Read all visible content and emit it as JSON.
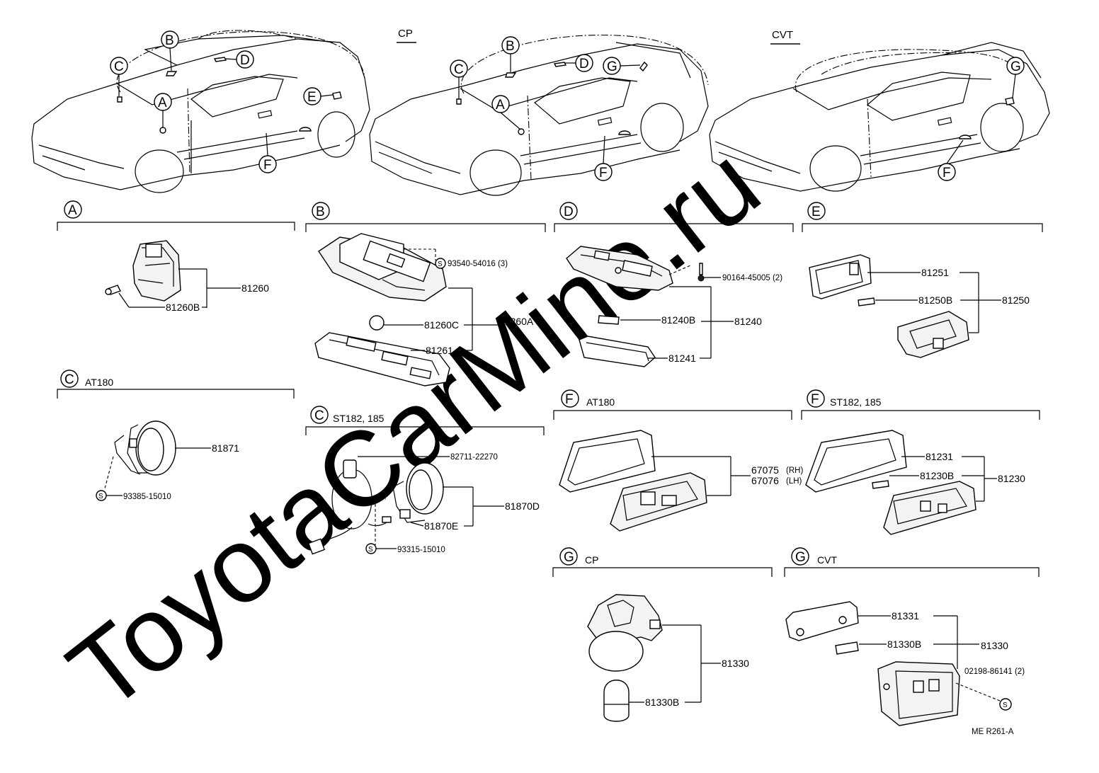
{
  "headers": {
    "cp": "CP",
    "cvt": "CVT"
  },
  "watermark": "ToyotaCarMine.ru",
  "car_callouts": {
    "car1": [
      "A",
      "B",
      "C",
      "D",
      "E",
      "F"
    ],
    "car2": [
      "A",
      "B",
      "C",
      "D",
      "F",
      "G"
    ],
    "car3": [
      "F",
      "G"
    ]
  },
  "sections": {
    "A": {
      "letter": "A",
      "label": "",
      "parts": [
        "81260",
        "81260B"
      ]
    },
    "B": {
      "letter": "B",
      "label": "",
      "parts": [
        "93540-54016 (3)",
        "81260C",
        "81260A",
        "81261"
      ],
      "screw": "S"
    },
    "D": {
      "letter": "D",
      "label": "",
      "parts": [
        "90164-45005 (2)",
        "81240B",
        "81240",
        "81241"
      ]
    },
    "E": {
      "letter": "E",
      "label": "",
      "parts": [
        "81251",
        "81250B",
        "81250"
      ]
    },
    "C1": {
      "letter": "C",
      "label": "AT180",
      "parts": [
        "81871",
        "93385-15010"
      ],
      "screw": "S"
    },
    "C2": {
      "letter": "C",
      "label": "ST182, 185",
      "parts": [
        "82711-22270",
        "81870D",
        "81870E",
        "93315-15010"
      ],
      "screw": "S"
    },
    "F1": {
      "letter": "F",
      "label": "AT180",
      "parts": [
        "67075",
        "(RH)",
        "67076",
        "(LH)"
      ]
    },
    "F2": {
      "letter": "F",
      "label": "ST182, 185",
      "parts": [
        "81231",
        "81230B",
        "81230"
      ]
    },
    "G1": {
      "letter": "G",
      "label": "CP",
      "parts": [
        "81330",
        "81330B"
      ]
    },
    "G2": {
      "letter": "G",
      "label": "CVT",
      "parts": [
        "81331",
        "81330B",
        "81330",
        "02198-86141 (2)"
      ],
      "screw": "S"
    }
  },
  "drawing_code": "ME R261-A"
}
